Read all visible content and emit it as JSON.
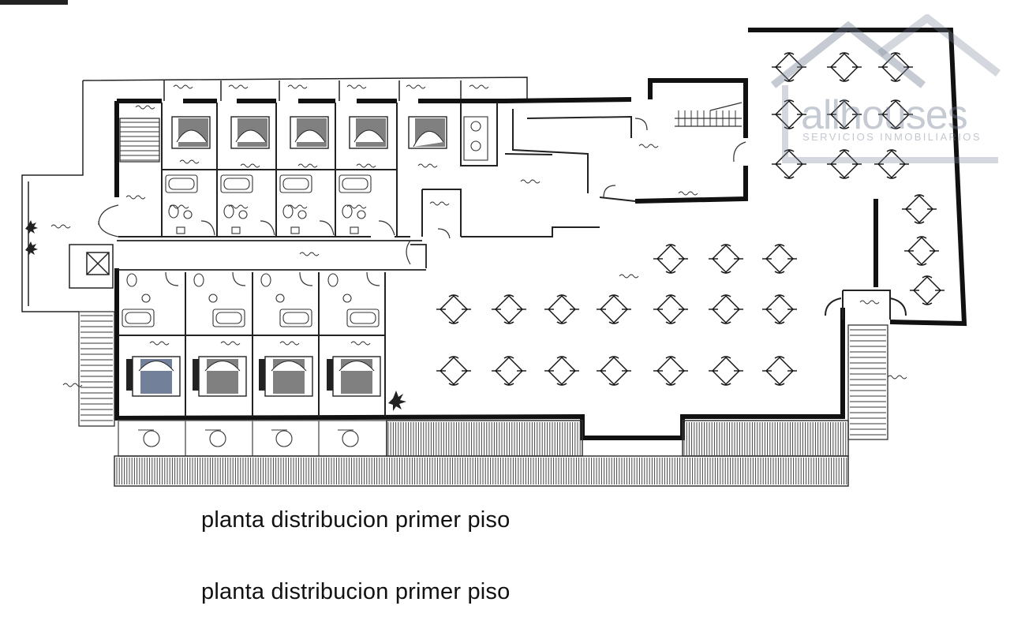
{
  "caption": {
    "line1": "planta distribucion primer piso",
    "line2": "planta distribucion primer piso"
  },
  "watermark": {
    "brand": "allhouses",
    "tagline": "SERVICIOS INMOBILIARIOS",
    "color": "#7f8898"
  },
  "plan": {
    "wall_color": "#111111",
    "bed_color_dark": "#6a6a6a",
    "bed_color_blue": "#5a6a88"
  }
}
